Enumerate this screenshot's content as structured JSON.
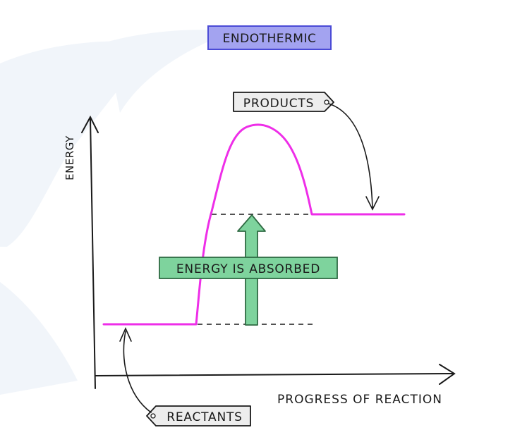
{
  "diagram": {
    "title": "ENDOTHERMIC",
    "y_axis_label": "ENERGY",
    "x_axis_label": "PROGRESS OF REACTION",
    "products_label": "PRODUCTS",
    "reactants_label": "REACTANTS",
    "energy_arrow_label": "ENERGY IS ABSORBED"
  },
  "colors": {
    "title_fill": "#a3a3f0",
    "title_stroke": "#4a4ad6",
    "curve": "#ee2ee8",
    "energy_arrow_fill": "#7ed39d",
    "energy_arrow_stroke": "#2f6b43",
    "tag_fill": "#ededed",
    "ink": "#1a1a1a",
    "watermark": "#f1f5fa"
  }
}
